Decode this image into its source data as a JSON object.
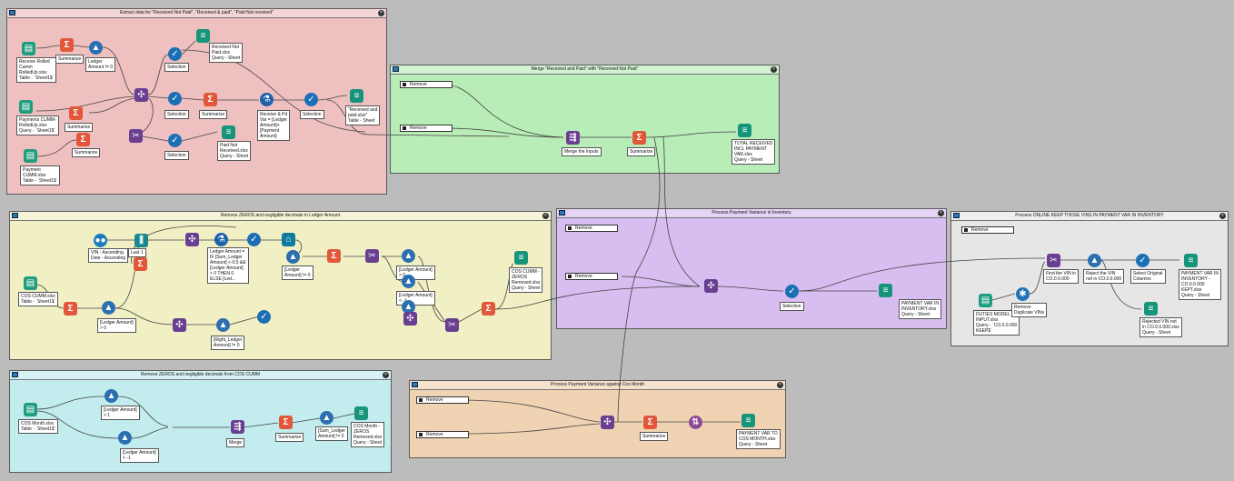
{
  "containers": [
    {
      "id": "c1",
      "title": "Extract data for \"Received Not Paid\", \"Received & paid\", \"Paid Not received\"",
      "color": "#eec0c0"
    },
    {
      "id": "c2",
      "title": "Merge \"Received and Paid\" with \"Received Not Paid\"",
      "color": "#b8edb8"
    },
    {
      "id": "c3",
      "title": "Remove ZEROS and negligible decimals in Ledger Amount",
      "color": "#f1efc4"
    },
    {
      "id": "c4",
      "title": "Process Payment Variance in Inventory",
      "color": "#d8bdf0"
    },
    {
      "id": "c5",
      "title": "Process ONLINE KEEP THOSE VINS IN PAYMENT VAR IN INVENTORY",
      "color": "#e6e6e6"
    },
    {
      "id": "c6",
      "title": "Remove ZEROS and negligible decimals from COS CUMM",
      "color": "#c2ecee"
    },
    {
      "id": "c7",
      "title": "Process Payment Variance against Cos Month",
      "color": "#f0d3b3"
    }
  ],
  "labels": {
    "c1_in1": "Receive Rolled\nCumm\nRolledUp.xlsx\nTable - `Sheet1$`",
    "c1_sum1": "Summarize",
    "c1_f1": "Ledger\nAmount != 0",
    "c1_sel1": "Selection",
    "c1_out1": "Received Not\nPaid.xlsx\nQuery - Sheet",
    "c1_in2": "Payments CUMM-\nRolledUp.xlsx\nQuery - `Sheet1$`",
    "c1_sum2": "Summarize",
    "c1_sel2": "Selection",
    "c1_sum3": "Summarize",
    "c1_formula": "Receive & Pd\nVar = [Ledger\nAmount]+\n[Payment\nAmount]",
    "c1_sel3": "Selection",
    "c1_out2": "\"Received and\npaid.xlsx\"\nTable - Sheet",
    "c1_in3": "Payment\nCUMM.xlsx\nTable - `Sheet1$`",
    "c1_sum4": "Summarize",
    "c1_sel4": "Selection",
    "c1_out3": "Paid Not\nReceived.xlsx\nQuery - Sheet",
    "c2_b1": "Remove",
    "c2_b2": "Remove",
    "c2_merge": "Merge the Inputs",
    "c2_sum": "Summarize",
    "c2_out": "TOTAL RECEIVED\nINCL PAYMENT\nVAR.xlsx\nQuery - Sheet",
    "c3_sort": "VIN - Ascending\nDate - Ascending",
    "c3_last": "Last 1",
    "c3_formula": "Ledger Amount =\nIF [Sum_Ledger\nAmount] <-0.5 &&\n[Ledger Amount]\n< 0 THEN 0\nELSE [Led...",
    "c3_f1": "[Ledger\nAmount] != 0",
    "c3_f2": "[Ledger Amount]\n> 0",
    "c3_f3": "[Ledger Amount]\n< -1",
    "c3_out": "COS CUMM -\nZEROS\nRemoved.xlsx\nQuery - Sheet",
    "c3_in": "COS CUMM.xlsx\nTable - `Sheet1$`",
    "c3_f4": "[Ledger Amount]\n> 0",
    "c3_f5": "[Right_Ledger\nAmount] != 0",
    "c4_b1": "Remove",
    "c4_b2": "Remove",
    "c4_sel": "Selection",
    "c4_out": "PAYMENT VAR IN\nINVENTORY.xlsx\nQuery - Sheet",
    "c5_b1": "Remove",
    "c5_find": "Find the VIN in\nCO.0.0.000",
    "c5_reject": "Reject the VIN\nnot in CO.0.0.000",
    "c5_selorig": "Select Original\nColumns",
    "c5_out1": "PAYMENT VAR IN\nINVENTORY -\nCO.0.0.000\nKEPT.xlsx\nQuery - Sheet",
    "c5_out2": "Rejected VIN not\nin CO.0.0.000.xlsx\nQuery - Sheet",
    "c5_in": "DUTIES MODEL\nINPUT.xlsx\nQuery - `CO.0.0.000\nKEEP$`",
    "c5_dup": "Remove\nDuplicate VINs",
    "c6_in": "COS Month.xlsx\nTable - `Sheet1$`",
    "c6_f1": "[Ledger Amount]\n> 1",
    "c6_f2": "[Ledger Amount]\n< -1",
    "c6_merge": "Merge",
    "c6_sum": "Summarize",
    "c6_f3": "[Sum_Ledger\nAmount] != 0",
    "c6_out": "COS Month -\nZEROS\nRemoved.xlsx\nQuery - Sheet",
    "c7_b1": "Remove",
    "c7_b2": "Remove",
    "c7_sum": "Summarize",
    "c7_out": "PAYMENT VAR TO\nCOS MONTH.xlsx\nQuery - Sheet"
  },
  "icons": {
    "input": "book-icon",
    "output": "document-icon",
    "summarize": "sigma-icon",
    "filter": "triangle-check-icon",
    "select": "checkmark-icon",
    "join": "venn-icon",
    "union": "arrows-icon",
    "formula": "flask-icon"
  }
}
